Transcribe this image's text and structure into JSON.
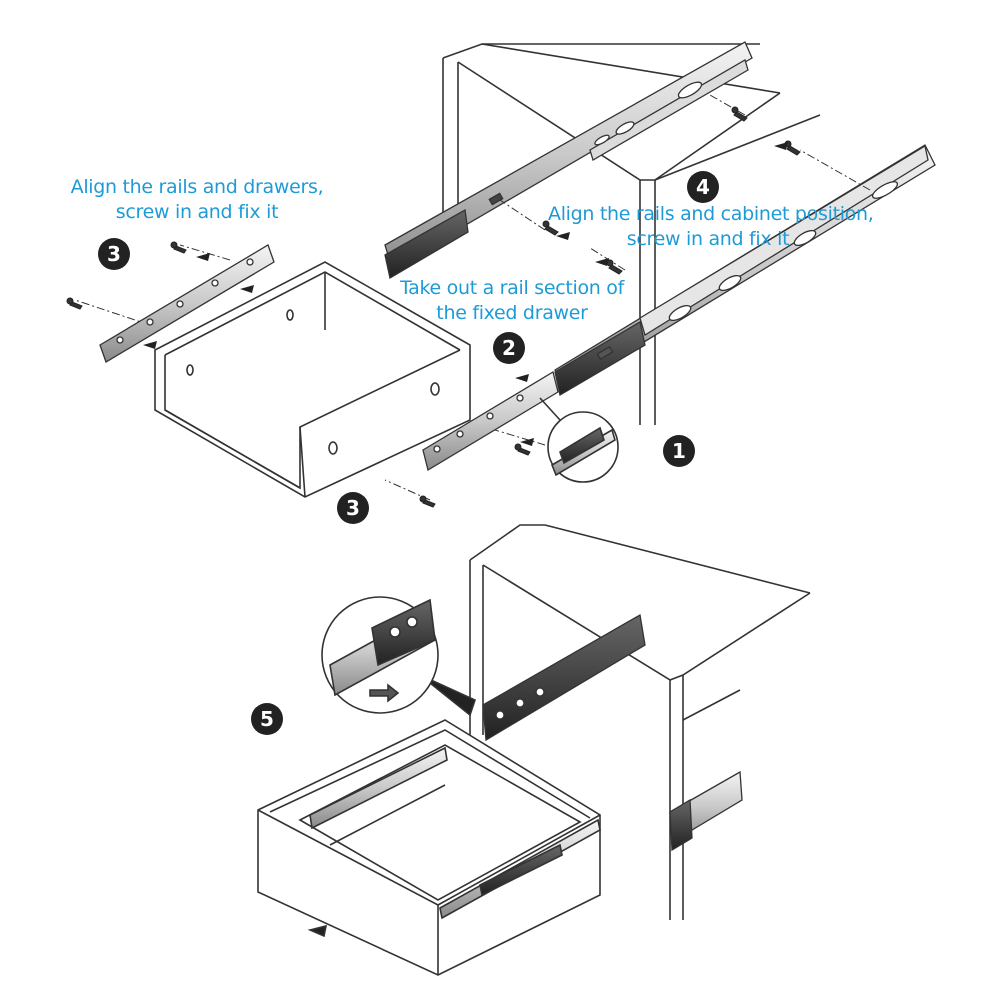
{
  "captions": {
    "drawer_rails": {
      "line1": "Align the rails and drawers,",
      "line2": "screw in and fix it"
    },
    "cabinet_rails": {
      "line1": "Align the rails and cabinet position,",
      "line2": "screw in and fix it"
    },
    "rail_section": {
      "line1": "Take out a rail section of",
      "line2": "the fixed drawer"
    }
  },
  "steps": {
    "one": "1",
    "two": "2",
    "three_top": "3",
    "three_bottom": "3",
    "four": "4",
    "five": "5"
  },
  "colors": {
    "caption": "#1e9bd7",
    "badge": "#222222",
    "line": "#333333"
  }
}
